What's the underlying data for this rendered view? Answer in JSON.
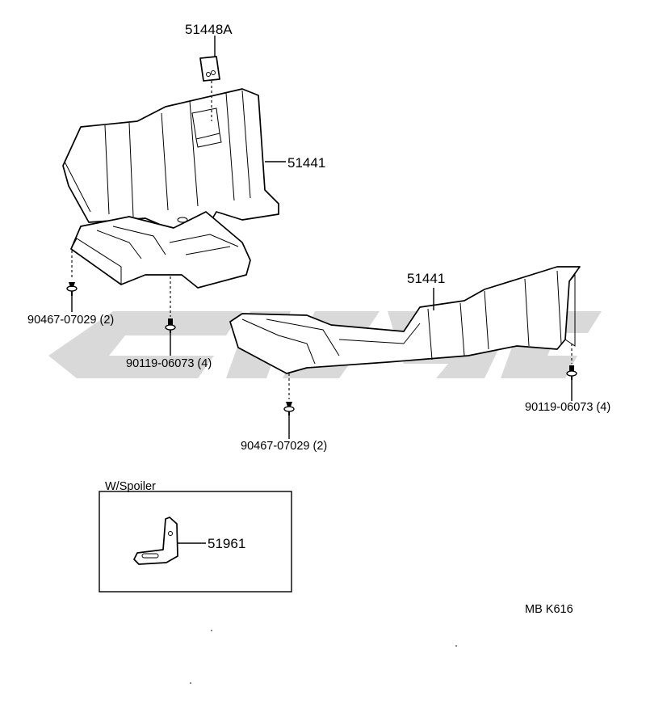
{
  "labels": {
    "bracket": "51448A",
    "upper_cover": "51441",
    "clip_upper": "90467-07029 (2)",
    "screw_upper": "90119-06073 (4)",
    "lower_cover": "51441",
    "clip_lower": "90467-07029 (2)",
    "screw_lower": "90119-06073 (4)"
  },
  "inset": {
    "title": "W/Spoiler",
    "part_label": "51961"
  },
  "diagram_code": "MB K616"
}
